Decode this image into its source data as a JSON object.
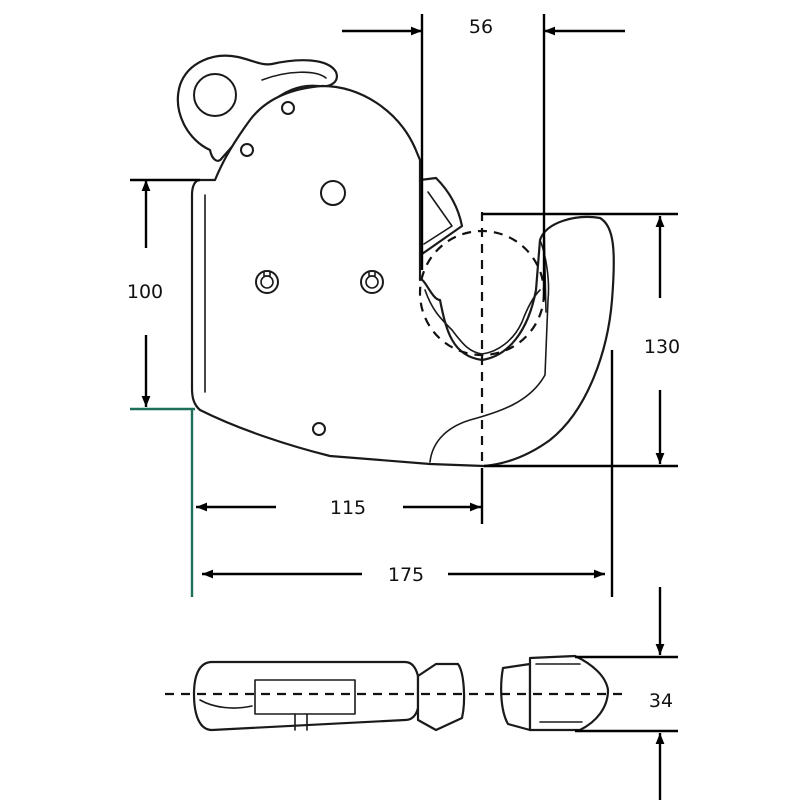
{
  "drawing": {
    "dimensions": [
      {
        "id": "width-56",
        "label": "56"
      },
      {
        "id": "height-100",
        "label": "100"
      },
      {
        "id": "height-130",
        "label": "130"
      },
      {
        "id": "length-115",
        "label": "115"
      },
      {
        "id": "length-175",
        "label": "175"
      },
      {
        "id": "thickness-34",
        "label": "34"
      }
    ],
    "colors": {
      "line": "#000000",
      "accent_extension": "#1f6e5a"
    }
  }
}
